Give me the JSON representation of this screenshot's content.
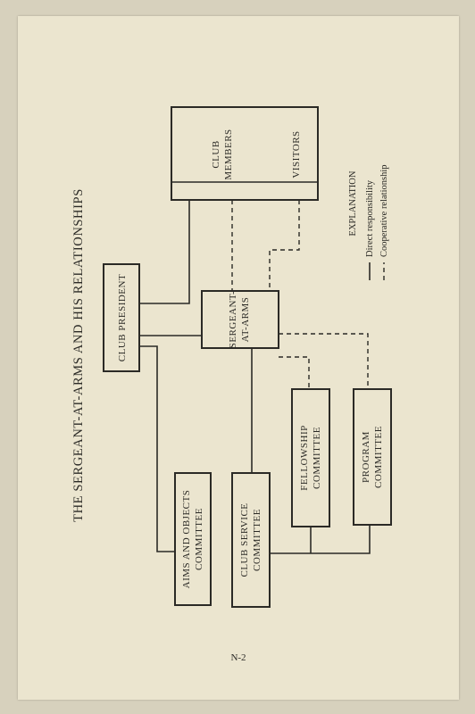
{
  "title": "THE SERGEANT-AT-ARMS AND HIS RELATIONSHIPS",
  "page_number": "N-2",
  "boxes": {
    "club_members": [
      "CLUB",
      "MEMBERS"
    ],
    "visitors": "VISITORS",
    "club_president": "CLUB PRESIDENT",
    "sergeant": [
      "SERGEANT-",
      "AT-ARMS"
    ],
    "fellowship": [
      "FELLOWSHIP",
      "COMMITTEE"
    ],
    "program": [
      "PROGRAM",
      "COMMITTEE"
    ],
    "aims": [
      "AIMS AND OBJECTS",
      "COMMITTEE"
    ],
    "club_service": [
      "CLUB SERVICE",
      "COMMITTEE"
    ]
  },
  "legend": {
    "heading": "EXPLANATION",
    "direct": "Direct responsibility",
    "cooperative": "Cooperative relationship"
  },
  "colors": {
    "paper": "#ebe5cf",
    "ink": "#2b2a26"
  }
}
